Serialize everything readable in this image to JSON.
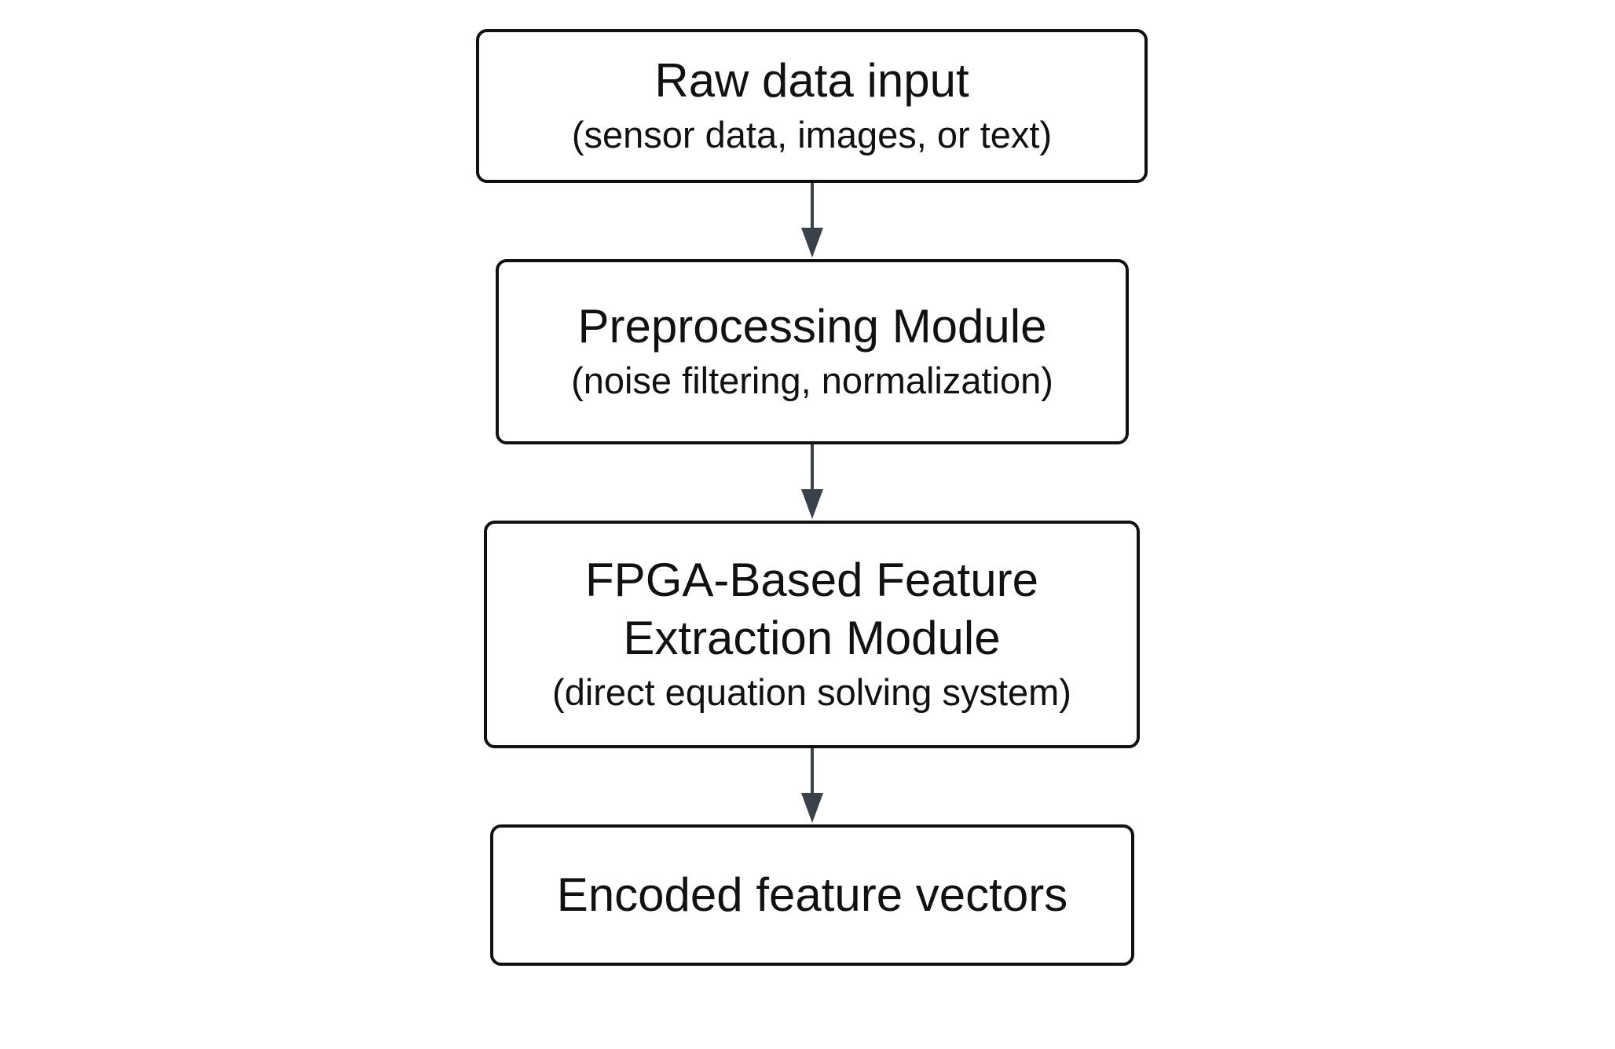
{
  "nodes": [
    {
      "id": "n1",
      "title_lines": [
        "Raw data input"
      ],
      "subtitle": "(sensor data, images, or text)"
    },
    {
      "id": "n2",
      "title_lines": [
        "Preprocessing Module"
      ],
      "subtitle": "(noise filtering, normalization)"
    },
    {
      "id": "n3",
      "title_lines": [
        "FPGA-Based Feature",
        "Extraction Module"
      ],
      "subtitle": "(direct equation solving system)"
    },
    {
      "id": "n4",
      "title_lines": [
        "Encoded feature vectors"
      ],
      "subtitle": ""
    }
  ],
  "edges": [
    {
      "from": "n1",
      "to": "n2"
    },
    {
      "from": "n2",
      "to": "n3"
    },
    {
      "from": "n3",
      "to": "n4"
    }
  ],
  "colors": {
    "border": "#111111",
    "arrow": "#3a414b",
    "background": "#ffffff"
  }
}
